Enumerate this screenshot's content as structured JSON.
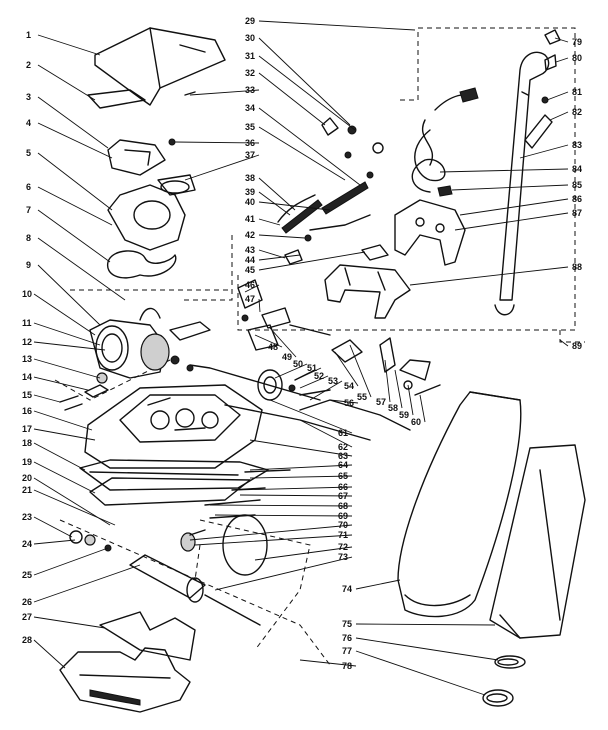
{
  "diagram": {
    "part_numbers": [
      "1",
      "2",
      "3",
      "4",
      "5",
      "6",
      "7",
      "8",
      "9",
      "10",
      "11",
      "12",
      "13",
      "14",
      "15",
      "16",
      "17",
      "18",
      "19",
      "20",
      "21",
      "23",
      "24",
      "25",
      "26",
      "27",
      "28",
      "29",
      "30",
      "31",
      "32",
      "33",
      "34",
      "35",
      "36",
      "37",
      "38",
      "39",
      "40",
      "41",
      "42",
      "43",
      "44",
      "45",
      "46",
      "47",
      "48",
      "49",
      "50",
      "51",
      "52",
      "53",
      "54",
      "55",
      "56",
      "57",
      "58",
      "59",
      "60",
      "61",
      "62",
      "63",
      "64",
      "65",
      "66",
      "67",
      "68",
      "69",
      "70",
      "71",
      "72",
      "73",
      "74",
      "75",
      "76",
      "77",
      "78",
      "79",
      "80",
      "81",
      "82",
      "83",
      "84",
      "85",
      "86",
      "87",
      "88",
      "89"
    ]
  }
}
